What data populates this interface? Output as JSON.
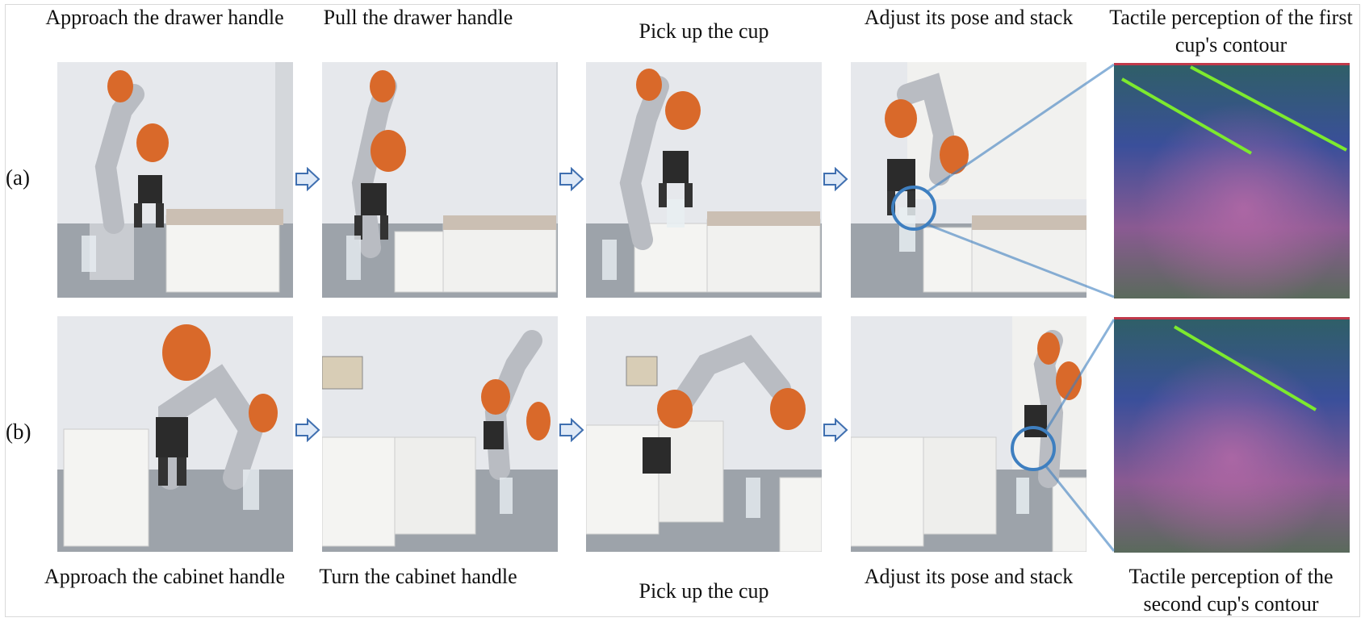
{
  "row_a": {
    "label": "(a)",
    "captions": [
      "Approach the drawer handle",
      "Pull the drawer handle",
      "Pick up the cup",
      "Adjust its pose and stack",
      "Tactile perception of the first cup's contour"
    ]
  },
  "row_b": {
    "label": "(b)",
    "captions": [
      "Approach the cabinet handle",
      "Turn the cabinet handle",
      "Pick up the cup",
      "Adjust its pose and stack",
      "Tactile perception of the second cup's contour"
    ]
  },
  "colors": {
    "arrow_fill": "#dfe9f6",
    "arrow_stroke": "#3f6fb0",
    "highlight": "#3e7fc0",
    "robot_orange": "#d9692a",
    "robot_silver": "#b9bcc2",
    "tactile_line": "#7dea2e"
  }
}
